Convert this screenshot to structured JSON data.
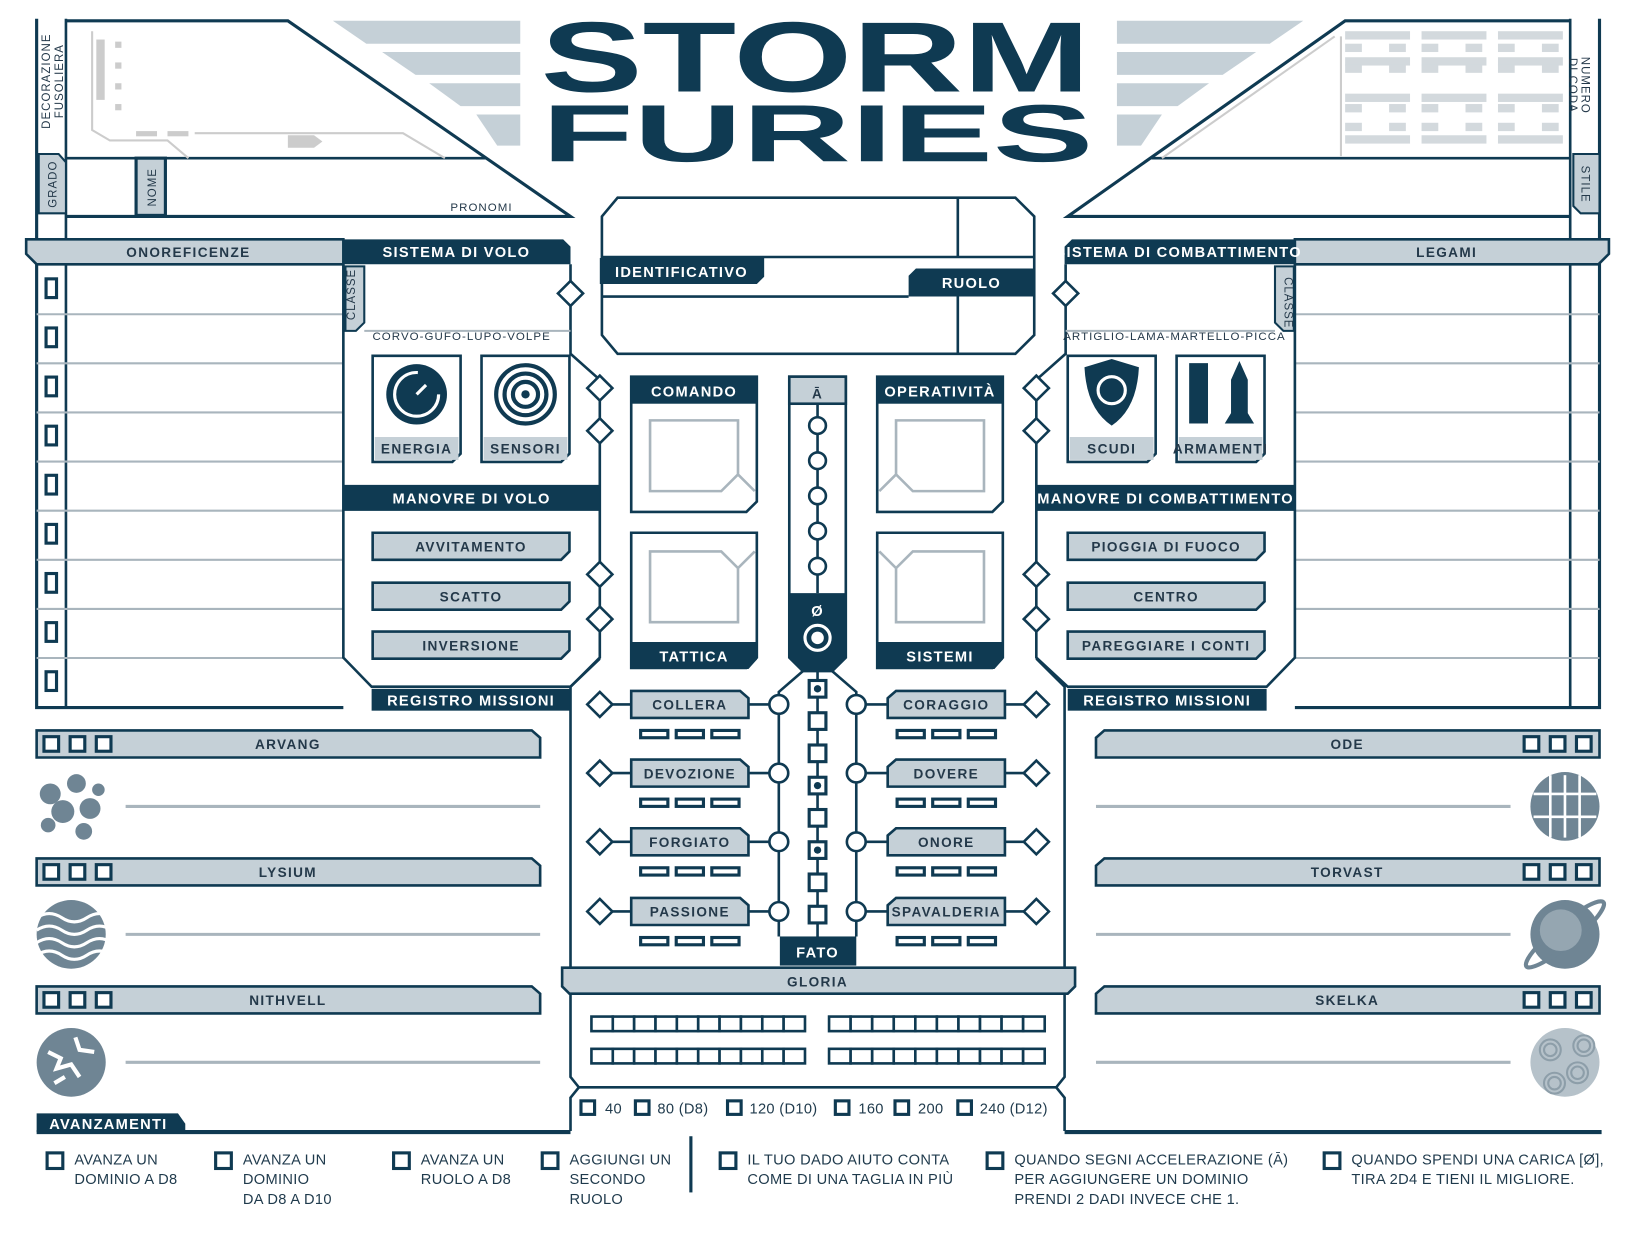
{
  "colors": {
    "navy": "#0f3a52",
    "panel": "#c5d0d7",
    "ghost": "#d3d9dd",
    "planet": "#6f8594",
    "rule": "#a9b5bd"
  },
  "title": {
    "line1": "STORM",
    "line2": "FURIES"
  },
  "header": {
    "decoration": [
      "DECORAZIONE",
      "FUSOLIERA"
    ],
    "rank": "GRADO",
    "name": "NOME",
    "pronouns": "PRONOMI",
    "tail_number": [
      "NUMERO",
      "DI CODA"
    ],
    "style": "STILE"
  },
  "honors": {
    "title": "ONOREFICENZE",
    "rows": 9
  },
  "bonds": {
    "title": "LEGAMI"
  },
  "flight": {
    "title": "SISTEMA DI VOLO",
    "class_label": "CLASSE",
    "classes": "CORVO-GUFO-LUPO-VOLPE",
    "systems": [
      "ENERGIA",
      "SENSORI"
    ],
    "maneuvers_title": "MANOVRE DI VOLO",
    "maneuvers": [
      "AVVITAMENTO",
      "SCATTO",
      "INVERSIONE"
    ],
    "log": "REGISTRO MISSIONI"
  },
  "combat": {
    "title": "SISTEMA DI COMBATTIMENTO",
    "class_label": "CLASSE",
    "classes": "ARTIGLIO-LAMA-MARTELLO-PICCA",
    "systems": [
      "SCUDI",
      "ARMAMENTI"
    ],
    "maneuvers_title": "MANOVRE DI COMBATTIMENTO",
    "maneuvers": [
      "PIOGGIA DI FUOCO",
      "CENTRO",
      "PAREGGIARE I CONTI"
    ],
    "log": "REGISTRO MISSIONI"
  },
  "identity": {
    "callsign": "IDENTIFICATIVO",
    "role": "RUOLO"
  },
  "roles": {
    "command": "COMANDO",
    "tactics": "TATTICA",
    "operations": "OPERATIVITÀ",
    "systems": "SISTEMI"
  },
  "accel": {
    "top": "Ā",
    "charge": "Ø",
    "pips": 5
  },
  "domains_left": [
    "COLLERA",
    "DEVOZIONE",
    "FORGIATO",
    "PASSIONE"
  ],
  "domains_right": [
    "CORAGGIO",
    "DOVERE",
    "ONORE",
    "SPAVALDERIA"
  ],
  "fate": {
    "label": "FATO",
    "marked": [
      true,
      false,
      false,
      true,
      false,
      true,
      false,
      false
    ]
  },
  "glory": {
    "label": "GLORIA",
    "thresholds": [
      "40",
      "80 (D8)",
      "120 (D10)",
      "160",
      "200",
      "240 (D12)"
    ]
  },
  "planets_left": [
    "ARVANG",
    "LYSIUM",
    "NITHVELL"
  ],
  "planets_right": [
    "ODE",
    "TORVAST",
    "SKELKA"
  ],
  "advancements": {
    "title": "AVANZAMENTI",
    "items": [
      [
        "AVANZA UN",
        "DOMINIO A D8"
      ],
      [
        "AVANZA UN",
        "DOMINIO",
        "DA D8 A D10"
      ],
      [
        "AVANZA UN",
        "RUOLO A D8"
      ],
      [
        "AGGIUNGI UN",
        "SECONDO",
        "RUOLO"
      ],
      [
        "IL TUO DADO AIUTO CONTA",
        "COME DI UNA TAGLIA IN PIÙ"
      ],
      [
        "QUANDO SEGNI ACCELERAZIONE (Ā)",
        "PER AGGIUNGERE UN DOMINIO",
        "PRENDI 2 DADI INVECE CHE 1."
      ],
      [
        "QUANDO SPENDI UNA CARICA [Ø],",
        "TIRA 2D4 E TIENI IL MIGLIORE."
      ]
    ]
  }
}
